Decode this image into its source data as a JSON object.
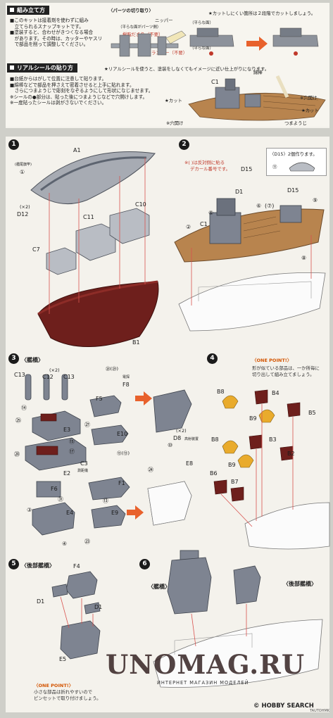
{
  "header": {
    "assembly_title": "組み立て方",
    "assembly_lines": [
      "■このキットは接着剤を使わずに組み",
      "　立てられるスナップキットです。",
      "■塗装すると、合わせがきつくなる場合",
      "　があります。その時は、カッターやヤスリ",
      "　で部品を削って調整してください。"
    ],
    "parts_cut_title": "〈パーツの切り取り〉",
    "nipper": "ニッパー",
    "flat_side_part": "（平らな面がパーツ側）",
    "gate_remnant": "樹脂だまり（不要）",
    "runner": "ランナー（不要）",
    "two_step_cut_note": "★カットしにくい箇所は２段階でカットしましょう。",
    "flat_side_1": "（平らな面）",
    "flat_side_2": "（平らな面）",
    "sticker_title": "リアルシールの貼り方",
    "sticker_intro": "★リアルシールを使うと、塗装をしなくてもイメージに近い仕上がりになります。",
    "sticker_lines": [
      "■台紙からはがして位置に注意して貼ります。",
      "■綿棒などで部品を押さえて密着させると上手に貼れます。",
      "　さらにつまようじで彫刻をなぞるようにして形状になじませます。",
      "※シールの●部分は、貼った後につまようじなどで穴開けします。",
      "※一度貼ったシールは剥がさないでください。"
    ],
    "cotton_swab": "綿棒",
    "part_c1": "C1",
    "cut_1": "★カット",
    "cut_2": "★カット",
    "hole_1": "※穴開け",
    "hole_2": "※穴開け",
    "toothpick": "つまようじ"
  },
  "step1": {
    "number": "1",
    "parts": [
      "A1",
      "①",
      "(×2)",
      "D12",
      "C11",
      "C10",
      "C7",
      "B1"
    ],
    "flag_note": "(艦尾旗竿)"
  },
  "step2": {
    "number": "2",
    "decal_note_1": "※( )は反対側に貼る",
    "decal_note_2": "デカール番号です。",
    "d15_box": "〈D15〉2個作ります。",
    "parts": [
      "D15",
      "D1",
      "D15",
      "C1",
      "⑤",
      "⑥",
      "(⑦)",
      "⑨",
      "②",
      "⑧",
      "⑪"
    ]
  },
  "step3": {
    "number": "3",
    "title": "〈艦橋〉",
    "parts": [
      "C13",
      "(×2)",
      "C12",
      "C13",
      "⑭",
      "㉕",
      "㉘",
      "E3",
      "⑮",
      "⑰",
      "E2",
      "F6",
      "㉛",
      "③",
      "E4",
      "④",
      "㉘(㉙)",
      "F8",
      "F5",
      "㉗",
      "E10",
      "⑬(⑬)",
      "C3",
      "F1",
      "⑬",
      "E9",
      "㉓",
      "(×2)",
      "D8",
      "⑩",
      "E8",
      "㉔"
    ],
    "f8_note": "電探",
    "c3_note": "測距儀",
    "d8_note": "高射装置"
  },
  "step4": {
    "number": "4",
    "one_point": "〈ONE POINT!〉",
    "one_point_lines": [
      "形が似ている部品は、一か所毎に",
      "切り出して組み立てましょう。"
    ],
    "parts": [
      "B8",
      "B4",
      "B9",
      "B5",
      "B8",
      "B3",
      "B9",
      "B2",
      "B6",
      "B7"
    ]
  },
  "step5": {
    "number": "5",
    "title": "〈後部艦橋〉",
    "parts": [
      "F4",
      "D1",
      "D1",
      "E5"
    ],
    "one_point": "〈ONE POINT!〉",
    "one_point_lines": [
      "小さな部品は折れやすいので",
      "ピンセットで取り付けましょう。"
    ]
  },
  "step6": {
    "number": "6",
    "bridge": "〈艦橋〉",
    "rear_bridge": "〈後部艦橋〉"
  },
  "watermark": {
    "text": "UNOMAG.RU",
    "subtitle": "ИНТЕРНЕТ МАГАЗИН МОДЕЛЕЙ",
    "credit": "HOBBY SEARCH",
    "credit_marker": "©",
    "tiny": "TAUTOHMK"
  },
  "colors": {
    "deck_wood": "#b8844e",
    "hull_red": "#6e1f1c",
    "gray_part": "#7e8491",
    "yellow_part": "#e9ab2c",
    "pale_red_arrow": "#d9534f"
  }
}
